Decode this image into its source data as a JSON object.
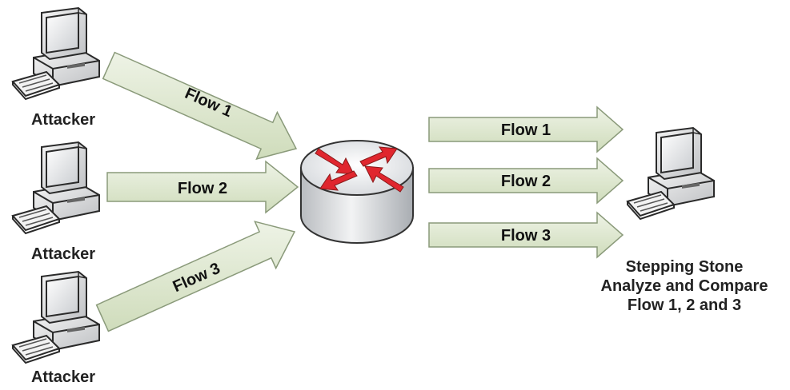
{
  "attackers": [
    {
      "label": "Attacker"
    },
    {
      "label": "Attacker"
    },
    {
      "label": "Attacker"
    }
  ],
  "incoming_flows": [
    {
      "label": "Flow 1"
    },
    {
      "label": "Flow 2"
    },
    {
      "label": "Flow 3"
    }
  ],
  "outgoing_flows": [
    {
      "label": "Flow 1"
    },
    {
      "label": "Flow 2"
    },
    {
      "label": "Flow 3"
    }
  ],
  "stepping_stone": {
    "line1": "Stepping Stone",
    "line2": "Analyze and Compare",
    "line3": "Flow 1, 2 and 3"
  },
  "colors": {
    "arrow_fill": "#d9e4c8",
    "arrow_stroke": "#8a9a7a",
    "router_arrow": "#e0262e",
    "router_body": "#d8dadd"
  }
}
